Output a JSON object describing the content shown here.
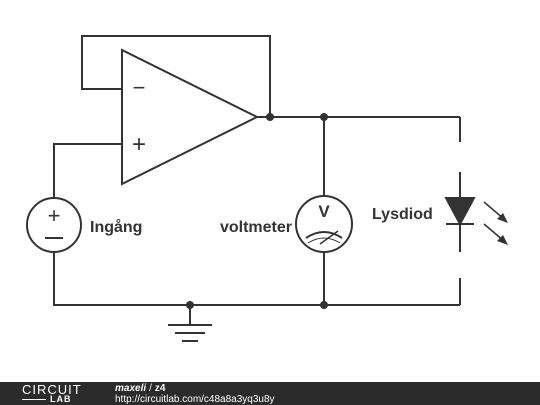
{
  "circuit": {
    "opamp": {
      "minus_sign": "−",
      "plus_sign": "+"
    },
    "source": {
      "label": "Ingång"
    },
    "voltmeter": {
      "label": "voltmeter",
      "symbol": "V"
    },
    "led": {
      "label": "Lysdiod"
    }
  },
  "footer": {
    "logo_top": "CIRCUIT",
    "logo_bottom": "LAB",
    "author": "maxeli",
    "separator": "/",
    "title": "z4",
    "url": "http://circuitlab.com/c48a8a3yq3u8y"
  },
  "colors": {
    "line": "#333333",
    "footer_bg": "#2b2b2b",
    "footer_text": "#ffffff"
  }
}
